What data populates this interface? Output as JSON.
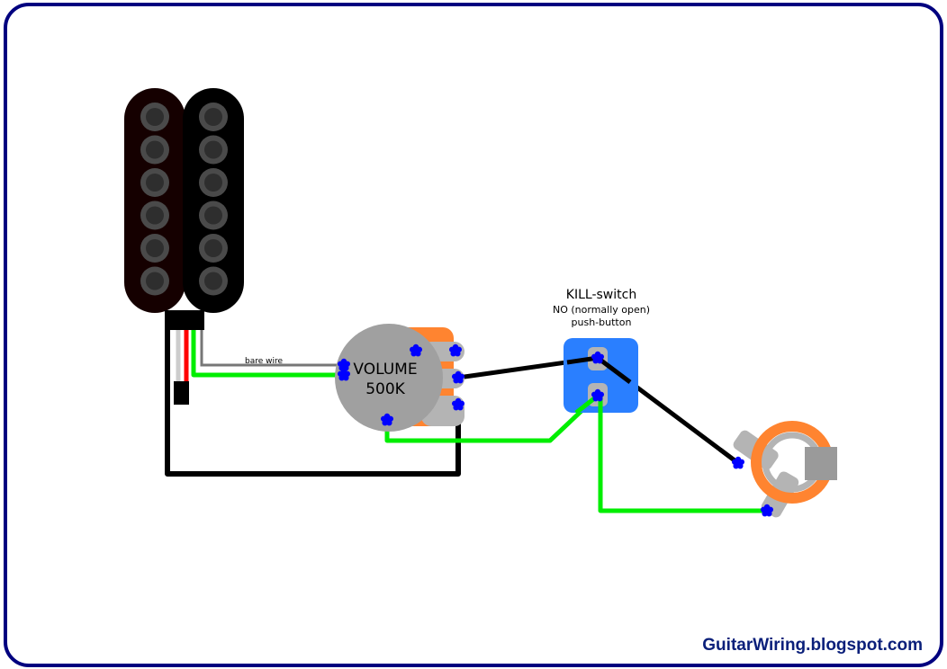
{
  "diagram": {
    "title_site": "GuitarWiring.blogspot.com",
    "colors": {
      "frame": "#00007f",
      "pickup_bobbin_left": "#150000",
      "pickup_bobbin_right": "#000000",
      "pole_outer": "#4a4a4a",
      "pole_inner": "#2e2e2e",
      "pot_body": "#a0a0a0",
      "pot_casing": "#ff8430",
      "lug": "#b4b4b4",
      "solder": "#0000ff",
      "switch_body": "#2a7fff",
      "jack_ring": "#ff8430",
      "jack_sleeve": "#b4b4b4",
      "jack_tip": "#9a9a9a",
      "wire_hot": "#00ee00",
      "wire_ground": "#000000",
      "wire_bare": "#777777",
      "wire_red": "#ff0000",
      "wire_white": "#cccccc"
    },
    "components": {
      "pickup": {
        "name": "Humbucker",
        "pole_count_per_coil": 6
      },
      "pot": {
        "label_line1": "VOLUME",
        "label_line2": "500K"
      },
      "switch": {
        "title": "KILL-switch",
        "subtitle1": "NO (normally open)",
        "subtitle2": "push-button"
      },
      "jack": {
        "name": "Output jack"
      }
    },
    "wire_labels": {
      "bare": "bare wire"
    }
  }
}
